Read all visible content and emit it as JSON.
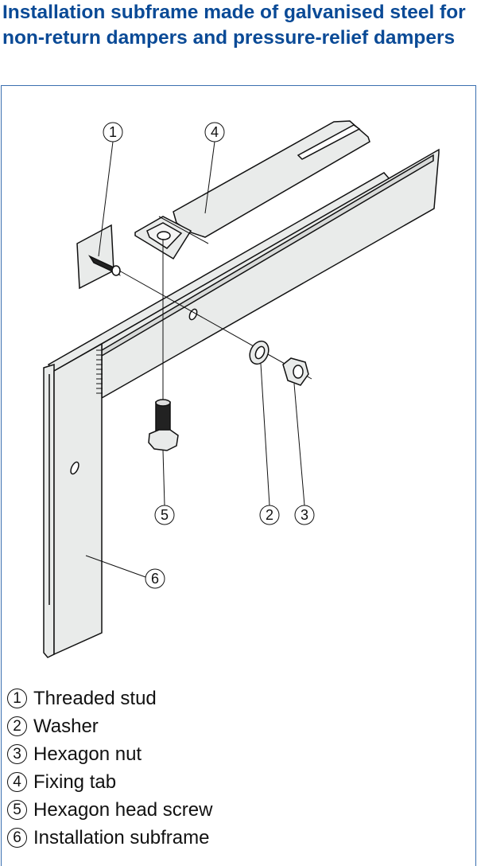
{
  "title": "Installation subframe made of galvanised steel for non-return dampers and pressure-relief dampers",
  "callouts": [
    "1",
    "2",
    "3",
    "4",
    "5",
    "6"
  ],
  "legend": [
    {
      "num": "1",
      "label": "Threaded stud"
    },
    {
      "num": "2",
      "label": "Washer"
    },
    {
      "num": "3",
      "label": "Hexagon nut"
    },
    {
      "num": "4",
      "label": "Fixing tab"
    },
    {
      "num": "5",
      "label": "Hexagon head screw"
    },
    {
      "num": "6",
      "label": "Installation subframe"
    }
  ],
  "colors": {
    "title": "#0a4a96",
    "frame": "#3a6fb0",
    "metal": "#e9ebea"
  }
}
